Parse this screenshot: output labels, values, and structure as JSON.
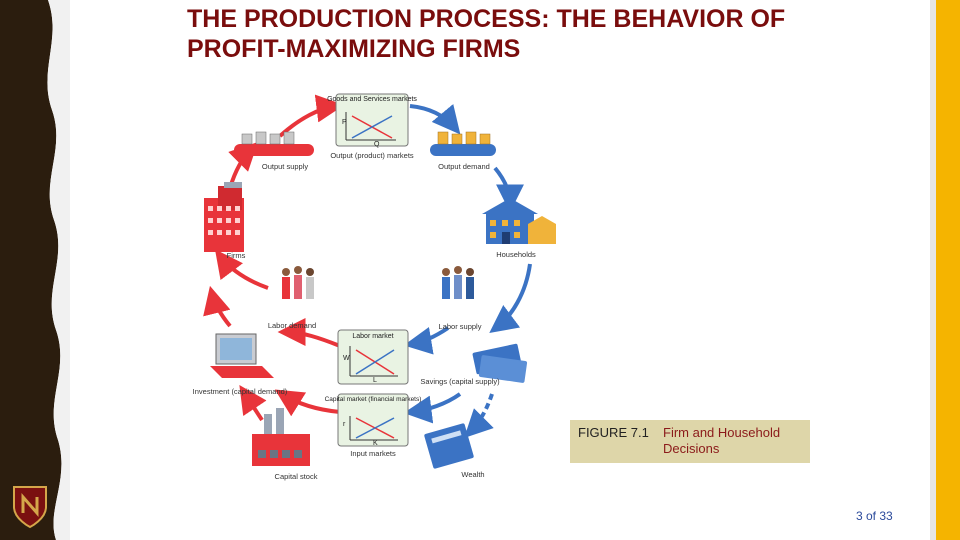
{
  "slide": {
    "title": "THE PRODUCTION PROCESS:  THE BEHAVIOR OF PROFIT-MAXIMIZING FIRMS",
    "page": "3 of 33"
  },
  "caption": {
    "figure": "FIGURE 7.1",
    "text": "Firm and Household Decisions"
  },
  "diagram": {
    "labels": {
      "goods_market": "Goods and Services markets",
      "output_markets": "Output (product) markets",
      "output_supply": "Output supply",
      "output_demand": "Output demand",
      "firms": "Firms",
      "households": "Households",
      "labor_demand": "Labor demand",
      "labor_supply": "Labor supply",
      "labor_market": "Labor market",
      "investment": "Investment (capital demand)",
      "savings": "Savings (capital supply)",
      "capital_market": "Capital market (financial markets)",
      "input_markets": "Input markets",
      "capital_stock": "Capital stock",
      "wealth": "Wealth"
    },
    "axes": {
      "p": "P",
      "q": "Q",
      "w": "W",
      "l": "L",
      "r": "r",
      "k": "K"
    }
  },
  "colors": {
    "firm_red": "#e8343a",
    "household_blue": "#3b73c4",
    "accent_gold": "#f5b400",
    "title": "#7a0d0d",
    "caption_bg": "#ded6a9"
  },
  "icons": [
    "crest-logo-icon",
    "factory-icon",
    "house-icon",
    "laptop-icon",
    "money-icon",
    "workers-icon"
  ]
}
